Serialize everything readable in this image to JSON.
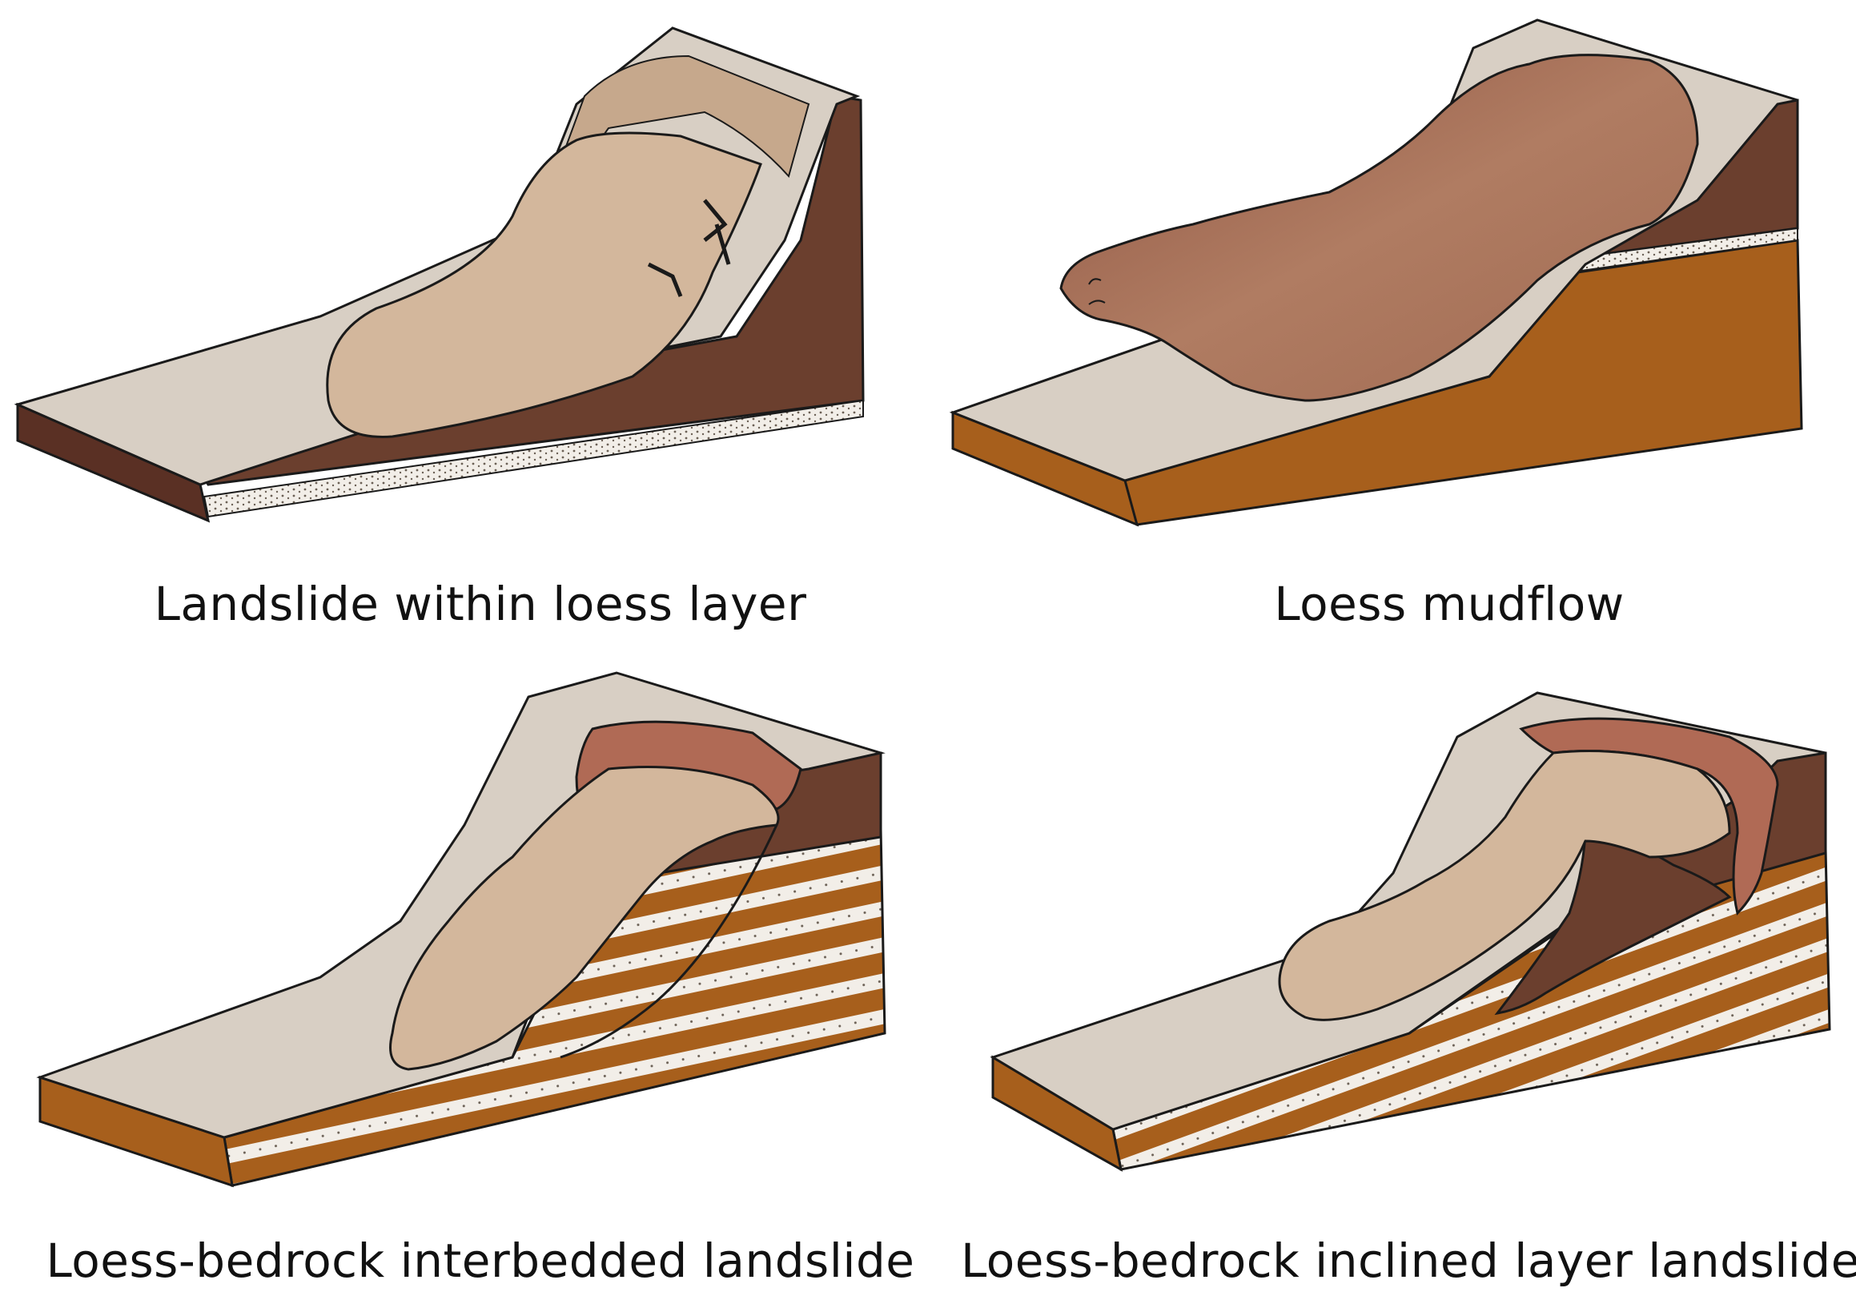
{
  "panels": [
    {
      "caption": "Landslide within loess layer"
    },
    {
      "caption": "Loess mudflow"
    },
    {
      "caption": "Loess-bedrock interbedded landslide"
    },
    {
      "caption": "Loess-bedrock inclined layer landslide"
    }
  ],
  "colors": {
    "loess_surface": "#d8cfc4",
    "slide_body": "#d3b79c",
    "dark_soil": "#6b3f2e",
    "bedrock_brown": "#a75f1c",
    "mudflow": "#a36c55",
    "scarp_red": "#b06a55",
    "sand_band": "#f2eee8",
    "outline": "#1a1a1a"
  }
}
